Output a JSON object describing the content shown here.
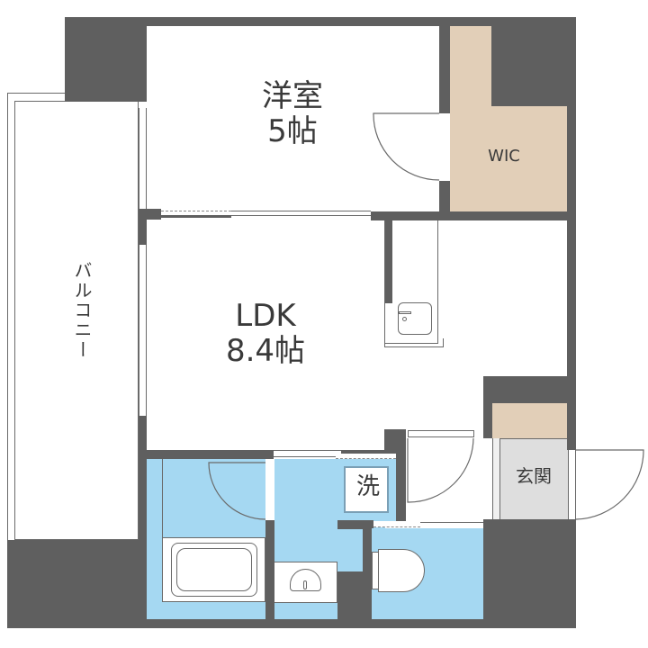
{
  "floorplan": {
    "rooms": {
      "western_room": {
        "name": "洋室",
        "size": "5帖"
      },
      "ldk": {
        "name": "LDK",
        "size": "8.4帖"
      },
      "wic": {
        "name": "WIC"
      },
      "balcony": {
        "name": "バルコニー"
      },
      "entrance": {
        "name": "玄関"
      },
      "washer": {
        "name": "洗"
      }
    },
    "colors": {
      "wall": "#5f5f5f",
      "wet_area": "#a5d8f2",
      "storage": "#e2cfb8",
      "entrance": "#dedede",
      "floor": "#ffffff"
    }
  }
}
